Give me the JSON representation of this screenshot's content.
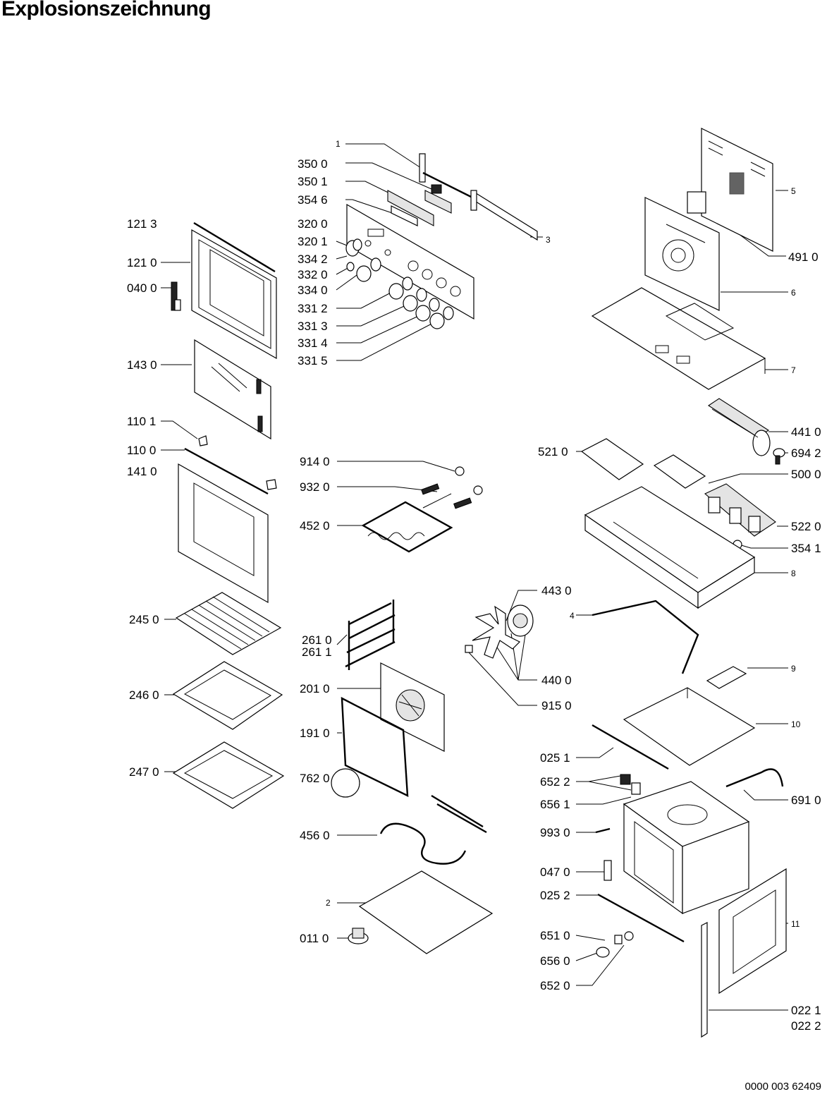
{
  "title": "Explosionszeichnung",
  "document_number": "0000 003 62409",
  "labels": [
    {
      "id": "l1",
      "text": "1"
    },
    {
      "id": "l3500",
      "text": "350 0"
    },
    {
      "id": "l3501",
      "text": "350 1"
    },
    {
      "id": "l3546",
      "text": "354 6"
    },
    {
      "id": "l3200",
      "text": "320 0"
    },
    {
      "id": "l3201",
      "text": "320 1"
    },
    {
      "id": "l3342",
      "text": "334 2"
    },
    {
      "id": "l3320",
      "text": "332 0"
    },
    {
      "id": "l3340",
      "text": "334 0"
    },
    {
      "id": "l3312",
      "text": "331 2"
    },
    {
      "id": "l3313",
      "text": "331 3"
    },
    {
      "id": "l3314",
      "text": "331 4"
    },
    {
      "id": "l3315",
      "text": "331 5"
    },
    {
      "id": "l3",
      "text": "3"
    },
    {
      "id": "l1213",
      "text": "121 3"
    },
    {
      "id": "l1210",
      "text": "121 0"
    },
    {
      "id": "l0400",
      "text": "040 0"
    },
    {
      "id": "l1430",
      "text": "143 0"
    },
    {
      "id": "l1101",
      "text": "110 1"
    },
    {
      "id": "l1100",
      "text": "110 0"
    },
    {
      "id": "l1410",
      "text": "141 0"
    },
    {
      "id": "l2450",
      "text": "245 0"
    },
    {
      "id": "l2460",
      "text": "246 0"
    },
    {
      "id": "l2470",
      "text": "247 0"
    },
    {
      "id": "l9140",
      "text": "914 0"
    },
    {
      "id": "l9320",
      "text": "932 0"
    },
    {
      "id": "l4520",
      "text": "452 0"
    },
    {
      "id": "l2610",
      "text": "261 0"
    },
    {
      "id": "l2611",
      "text": "261 1"
    },
    {
      "id": "l2010",
      "text": "201 0"
    },
    {
      "id": "l1910",
      "text": "191 0"
    },
    {
      "id": "l7620",
      "text": "762 0"
    },
    {
      "id": "l4560",
      "text": "456 0"
    },
    {
      "id": "l2",
      "text": "2"
    },
    {
      "id": "l0110",
      "text": "011 0"
    },
    {
      "id": "l4430",
      "text": "443 0"
    },
    {
      "id": "l4400",
      "text": "440 0"
    },
    {
      "id": "l9150",
      "text": "915 0"
    },
    {
      "id": "l5",
      "text": "5"
    },
    {
      "id": "l4910",
      "text": "491 0"
    },
    {
      "id": "l6",
      "text": "6"
    },
    {
      "id": "l7",
      "text": "7"
    },
    {
      "id": "l4410",
      "text": "441 0"
    },
    {
      "id": "l6942",
      "text": "694 2"
    },
    {
      "id": "l5210",
      "text": "521 0"
    },
    {
      "id": "l5000",
      "text": "500 0"
    },
    {
      "id": "l5220",
      "text": "522 0"
    },
    {
      "id": "l3541",
      "text": "354 1"
    },
    {
      "id": "l8",
      "text": "8"
    },
    {
      "id": "l4",
      "text": "4"
    },
    {
      "id": "l9",
      "text": "9"
    },
    {
      "id": "l10",
      "text": "10"
    },
    {
      "id": "l0251",
      "text": "025 1"
    },
    {
      "id": "l6522",
      "text": "652 2"
    },
    {
      "id": "l6561",
      "text": "656 1"
    },
    {
      "id": "l6910",
      "text": "691 0"
    },
    {
      "id": "l9930",
      "text": "993 0"
    },
    {
      "id": "l0470",
      "text": "047 0"
    },
    {
      "id": "l0252",
      "text": "025 2"
    },
    {
      "id": "l11",
      "text": "11"
    },
    {
      "id": "l6510",
      "text": "651 0"
    },
    {
      "id": "l6560",
      "text": "656 0"
    },
    {
      "id": "l6520",
      "text": "652 0"
    },
    {
      "id": "l0221",
      "text": "022 1"
    },
    {
      "id": "l0222",
      "text": "022 2"
    }
  ]
}
